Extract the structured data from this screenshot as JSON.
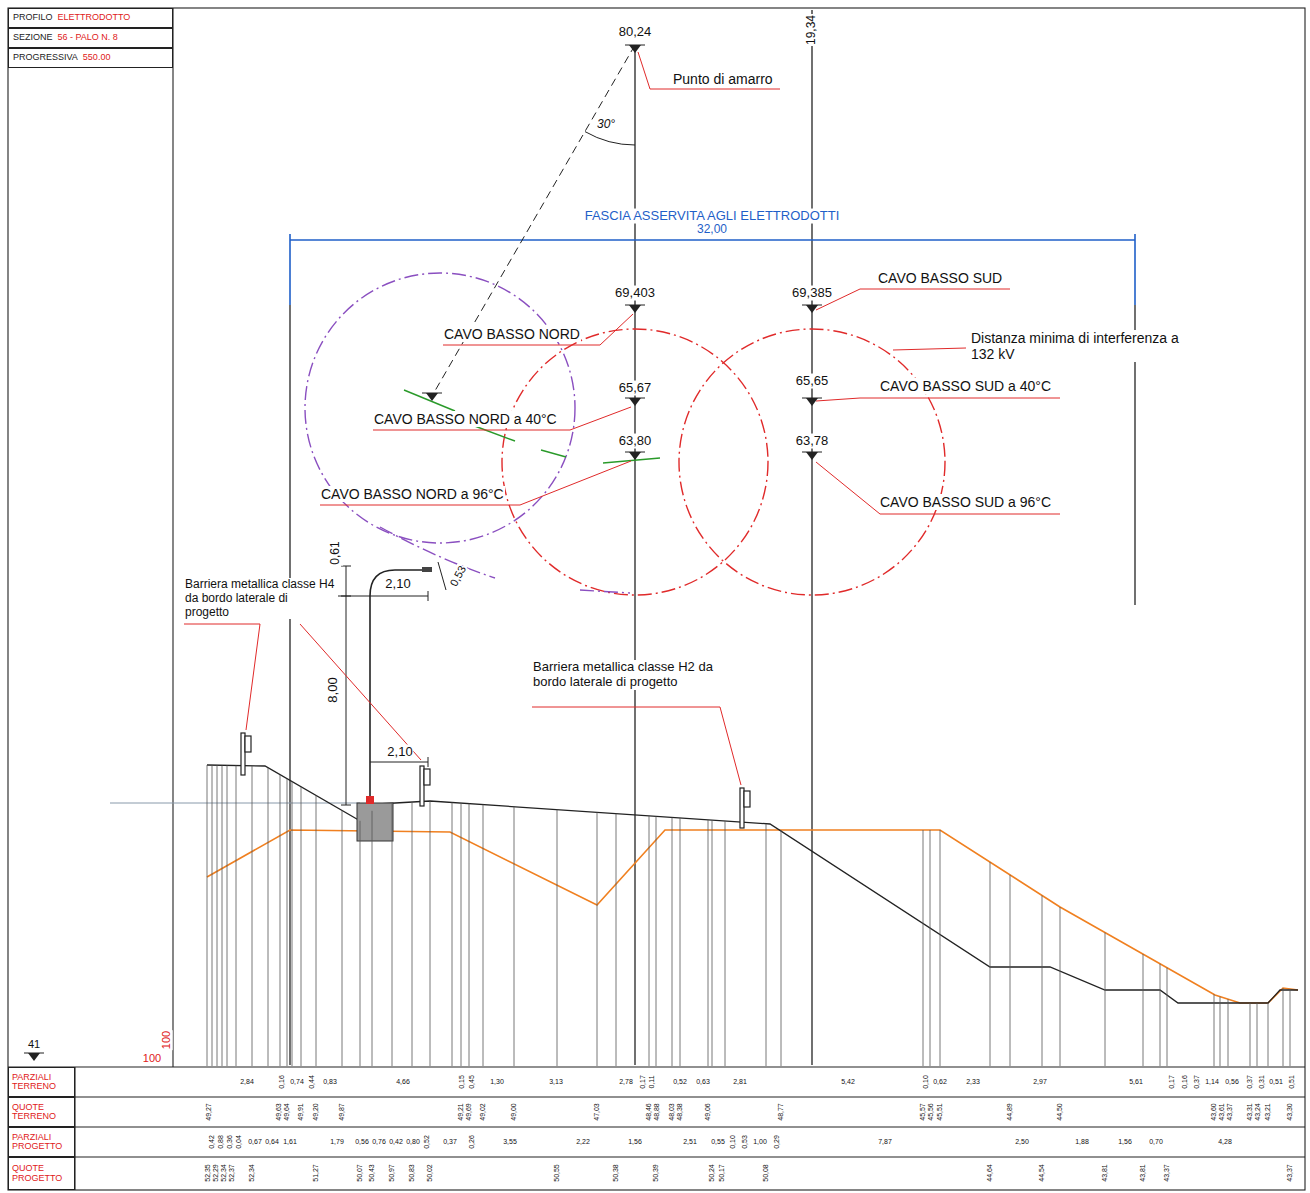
{
  "diagram": {
    "nodes": [
      {
        "text": [
          "PROFILO",
          "ELETTRODOTTO"
        ]
      },
      {
        "text": [
          "SEZIONE",
          "56 - PALO N. 8"
        ]
      },
      {
        "text": [
          "PROGRESSIVA",
          "550.00"
        ]
      },
      {
        "text": [
          "PARZIALI TERRENO"
        ]
      },
      {
        "text": [
          "QUOTE TERRENO"
        ]
      },
      {
        "text": [
          "PARZIALI PROGETTO"
        ]
      },
      {
        "text": [
          "QUOTE PROGETTO"
        ]
      }
    ],
    "labels": [
      "80,24",
      "Punto di amarro",
      "30°",
      "19,34",
      "FASCIA ASSERVITA AGLI ELETTRODOTTI",
      "32,00",
      "69,403",
      "CAVO BASSO NORD",
      "69,385",
      "CAVO BASSO SUD",
      "Distanza minima di interferenza a 132 kV",
      "65,67",
      "CAVO BASSO NORD a 40°C",
      "65,65",
      "CAVO BASSO SUD a 40°C",
      "63,80",
      "CAVO BASSO NORD a 96°C",
      "63,78",
      "CAVO BASSO SUD a 96°C",
      "0,61",
      "0,53",
      "2,10",
      "Barriera metallica classe H4 da bordo laterale di progetto",
      "8,00",
      "2,10",
      "Barriera metallica classe H2 da bordo laterale di progetto",
      "41",
      "100",
      "100",
      "2,84",
      "0,16",
      "0,74",
      "0,44",
      "0,83",
      "4,66",
      "0,15",
      "0,45",
      "1,30",
      "3,13",
      "2,78",
      "0,17",
      "0,11",
      "0,52",
      "0,63",
      "2,81",
      "5,42",
      "0,10",
      "0,62",
      "2,33",
      "2,97",
      "5,61",
      "0,17",
      "0,16",
      "0,37",
      "1,14",
      "0,56",
      "0,37",
      "0,31",
      "0,51",
      "0,51",
      "49,27",
      "49,63",
      "49,64",
      "49,91",
      "49,20",
      "49,87",
      "49,21",
      "49,69",
      "49,02",
      "49,00",
      "47,03",
      "48,46",
      "48,88",
      "48,03",
      "48,38",
      "49,06",
      "48,77",
      "45,57",
      "45,56",
      "45,51",
      "44,89",
      "44,50",
      "43,60",
      "43,61",
      "43,37",
      "43,31",
      "43,24",
      "43,21",
      "43,30",
      "0,42",
      "0,88",
      "0,36",
      "0,04",
      "0,67",
      "0,64",
      "1,61",
      "1,79",
      "0,56",
      "0,76",
      "0,42",
      "0,80",
      "0,52",
      "0,37",
      "0,26",
      "3,55",
      "2,22",
      "1,56",
      "2,51",
      "0,55",
      "0,10",
      "0,53",
      "1,00",
      "0,29",
      "7,87",
      "2,50",
      "1,88",
      "1,56",
      "0,70",
      "4,28",
      "52,35",
      "52,29",
      "52,34",
      "52,37",
      "52,34",
      "51,27",
      "50,07",
      "50,43",
      "50,97",
      "50,83",
      "50,02",
      "50,55",
      "50,38",
      "50,39",
      "50,24",
      "50,17",
      "50,08",
      "44,64",
      "44,54",
      "43,81",
      "43,81",
      "43,37",
      "43,37"
    ]
  }
}
